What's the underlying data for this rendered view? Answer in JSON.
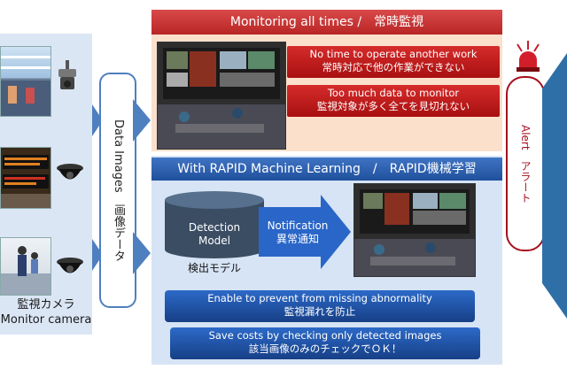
{
  "left": {
    "label_jp": "監視カメラ",
    "label_en": "Monitor camera"
  },
  "data_images": "Data Images　画像データ",
  "top": {
    "header": "Monitoring all times /　常時監視",
    "issue1_en": "No time to operate another work",
    "issue1_jp": "常時対応で他の作業ができない",
    "issue2_en": "Too much data to monitor",
    "issue2_jp": "監視対象が多く全てを見切れない"
  },
  "bottom": {
    "header": "With RAPID Machine Learning　/　RAPID機械学習",
    "model_line1": "Detection",
    "model_line2": "Model",
    "model_caption": "検出モデル",
    "notify_en": "Notification",
    "notify_jp": "異常通知",
    "benefit1_en": "Enable to prevent from missing abnormality",
    "benefit1_jp": "監視漏れを防止",
    "benefit2_en": "Save costs by checking only detected images",
    "benefit2_jp": "該当画像のみのチェックでＯＫ！"
  },
  "alert": "Alert　アラート",
  "colors": {
    "red": "#c0282a",
    "blue": "#2c62b4",
    "dark_blue": "#1c4a8a",
    "peach": "#fbe0cc",
    "light_blue": "#d6e4f5"
  }
}
